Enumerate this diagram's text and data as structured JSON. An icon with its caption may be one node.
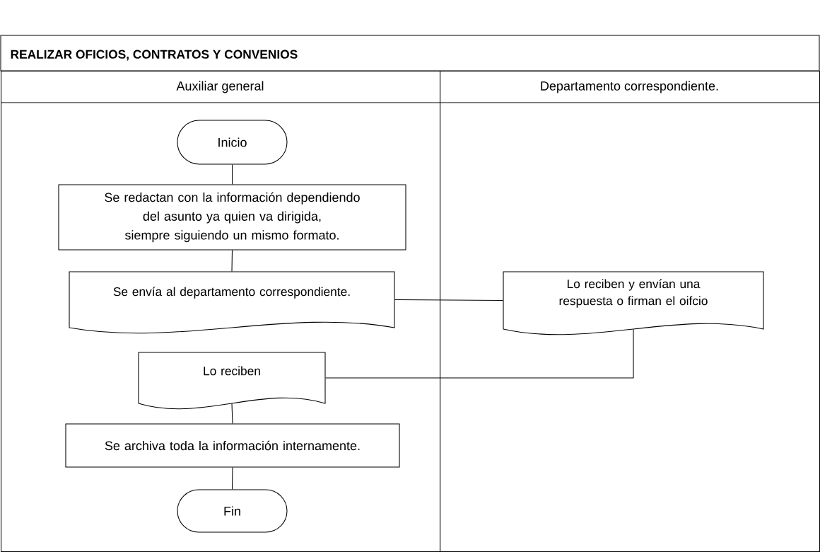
{
  "diagram": {
    "title": "REALIZAR OFICIOS, CONTRATOS Y CONVENIOS",
    "nodes": [
      {
        "text": [
          "Auxiliar general"
        ]
      },
      {
        "text": [
          "Departamento correspondiente."
        ]
      },
      {
        "text": [
          "Inicio"
        ],
        "in": 0
      },
      {
        "text": [
          "Se redactan con la información dependiendo del asunto ya quien va dirigida, siempre siguiendo un mismo formato."
        ],
        "in": 0
      },
      {
        "text": [
          "Se envía al departamento correspondiente."
        ],
        "in": 0
      },
      {
        "text": [
          "Lo reciben y envían una respuesta o firman el oifcio"
        ],
        "in": 1
      },
      {
        "text": [
          "Lo reciben"
        ],
        "in": 0
      },
      {
        "text": [
          "Se archiva toda la información internamente."
        ],
        "in": 0
      },
      {
        "text": [
          "Fin"
        ],
        "in": 0
      }
    ],
    "edges": [
      {
        "from": 2,
        "to": 3,
        "arrow": "none"
      },
      {
        "from": 3,
        "to": 4,
        "arrow": "none"
      },
      {
        "from": 4,
        "to": 5,
        "arrow": "none"
      },
      {
        "from": 5,
        "to": 6,
        "arrow": "none"
      },
      {
        "from": 6,
        "to": 7,
        "arrow": "none"
      },
      {
        "from": 7,
        "to": 8,
        "arrow": "none"
      }
    ]
  }
}
